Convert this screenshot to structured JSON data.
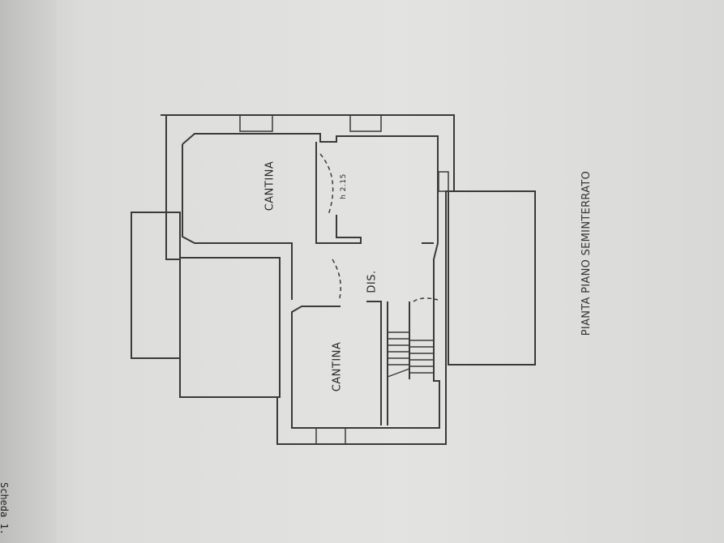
{
  "plan": {
    "title": "PIANTA PIANO SEMINTERRATO",
    "rooms": [
      {
        "id": "cantina-top",
        "label": "CANTINA"
      },
      {
        "id": "dis",
        "label": "DIS."
      },
      {
        "id": "cantina-bottom",
        "label": "CANTINA"
      }
    ],
    "height_note": "h 2.15"
  },
  "sheet": {
    "edge_text": "Scheda 1."
  },
  "colors": {
    "paper": "#e3e3e1",
    "lines": "#3a3a3a"
  }
}
